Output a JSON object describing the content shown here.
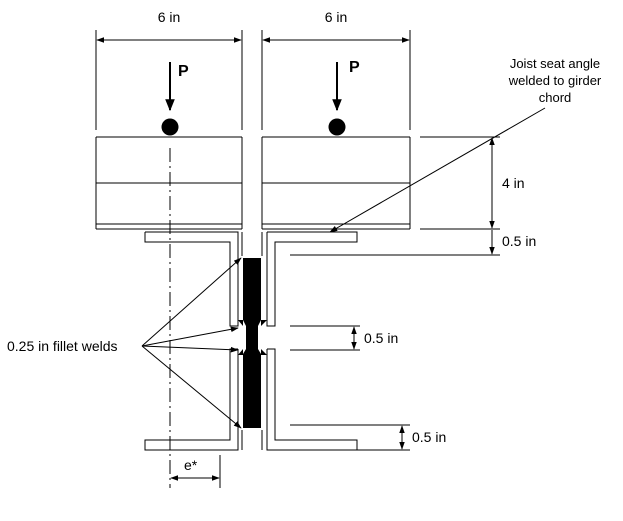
{
  "dimensions": {
    "left_width": "6 in",
    "right_width": "6 in",
    "joist_depth": "4 in",
    "seat_thickness": "0.5 in",
    "weld_gap": "0.5 in",
    "bottom_gap": "0.5 in",
    "eccentricity": "e*"
  },
  "loads": {
    "left": "P",
    "right": "P"
  },
  "callouts": {
    "joist_seat_line1": "Joist seat angle",
    "joist_seat_line2": "welded  to girder",
    "joist_seat_line3": "chord",
    "fillet_welds": "0.25 in fillet welds"
  }
}
